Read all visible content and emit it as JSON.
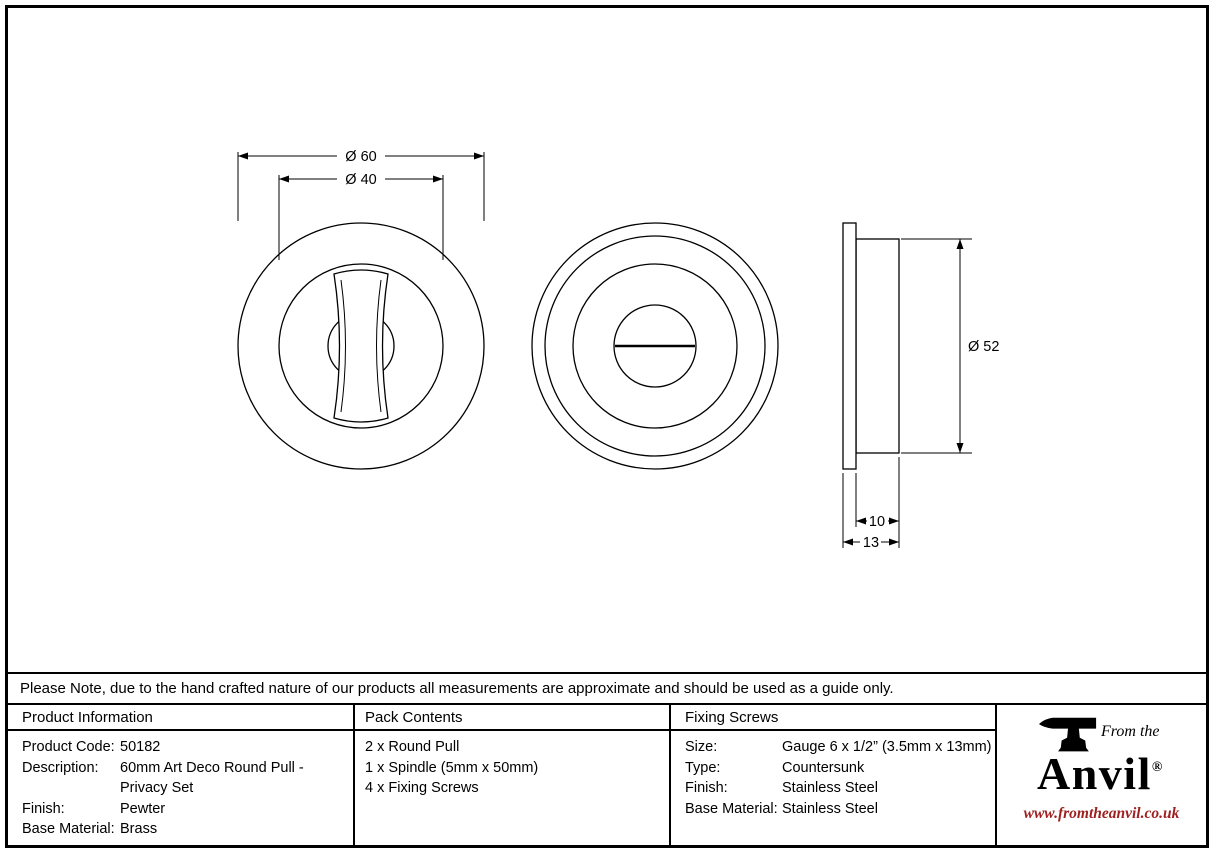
{
  "note": "Please Note, due to the hand crafted nature of our products all measurements are approximate and should be used as a guide only.",
  "drawing": {
    "dim_front_outer_diameter": "Ø 60",
    "dim_front_inner_diameter": "Ø 40",
    "dim_side_diameter": "Ø 52",
    "dim_side_body_depth": "10",
    "dim_side_total_depth": "13"
  },
  "table": {
    "product_info": {
      "header": "Product Information",
      "rows": [
        {
          "label": "Product Code:",
          "value": "50182"
        },
        {
          "label": "Description:",
          "value": "60mm Art Deco Round Pull - Privacy Set"
        },
        {
          "label": "Finish:",
          "value": "Pewter"
        },
        {
          "label": "Base Material:",
          "value": "Brass"
        }
      ]
    },
    "pack_contents": {
      "header": "Pack Contents",
      "items": [
        "2 x  Round Pull",
        "1 x Spindle (5mm x 50mm)",
        "4 x Fixing Screws"
      ]
    },
    "fixing_screws": {
      "header": "Fixing Screws",
      "rows": [
        {
          "label": "Size:",
          "value": "Gauge 6 x 1/2” (3.5mm x 13mm)"
        },
        {
          "label": "Type:",
          "value": "Countersunk"
        },
        {
          "label": "Finish:",
          "value": "Stainless Steel"
        },
        {
          "label": "Base Material:",
          "value": "Stainless Steel"
        }
      ]
    }
  },
  "logo": {
    "tagline": "From the",
    "brand": "Anvil",
    "registered": "®",
    "url": "www.fromtheanvil.co.uk",
    "url_color": "#9e1f1f"
  }
}
